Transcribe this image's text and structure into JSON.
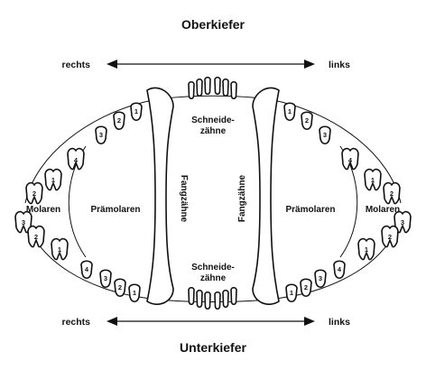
{
  "upper_jaw": {
    "title": "Oberkiefer",
    "right": "rechts",
    "left": "links",
    "incisors_line1": "Schneide-",
    "incisors_line2": "zähne"
  },
  "lower_jaw": {
    "title": "Unterkiefer",
    "right": "rechts",
    "left": "links",
    "incisors_line1": "Schneide-",
    "incisors_line2": "zähne"
  },
  "regions": {
    "canines_left": "Fangzähne",
    "canines_right": "Fangzähne",
    "premolars_left": "Prämolaren",
    "premolars_right": "Prämolaren",
    "molars_left": "Molaren",
    "molars_right": "Molaren"
  },
  "tooth_numbers": {
    "upper_right_premolars": [
      "1",
      "2",
      "3",
      "4"
    ],
    "upper_right_molars": [
      "1",
      "2"
    ],
    "upper_left_premolars": [
      "1",
      "2",
      "3",
      "4"
    ],
    "upper_left_molars": [
      "1",
      "2"
    ],
    "lower_right_molars": [
      "3",
      "2",
      "1"
    ],
    "lower_right_premolars": [
      "4",
      "3",
      "2",
      "1"
    ],
    "lower_left_premolars": [
      "1",
      "2",
      "3",
      "4"
    ],
    "lower_left_molars": [
      "1",
      "2",
      "3"
    ]
  },
  "colors": {
    "ink": "#111111",
    "background": "#ffffff"
  }
}
